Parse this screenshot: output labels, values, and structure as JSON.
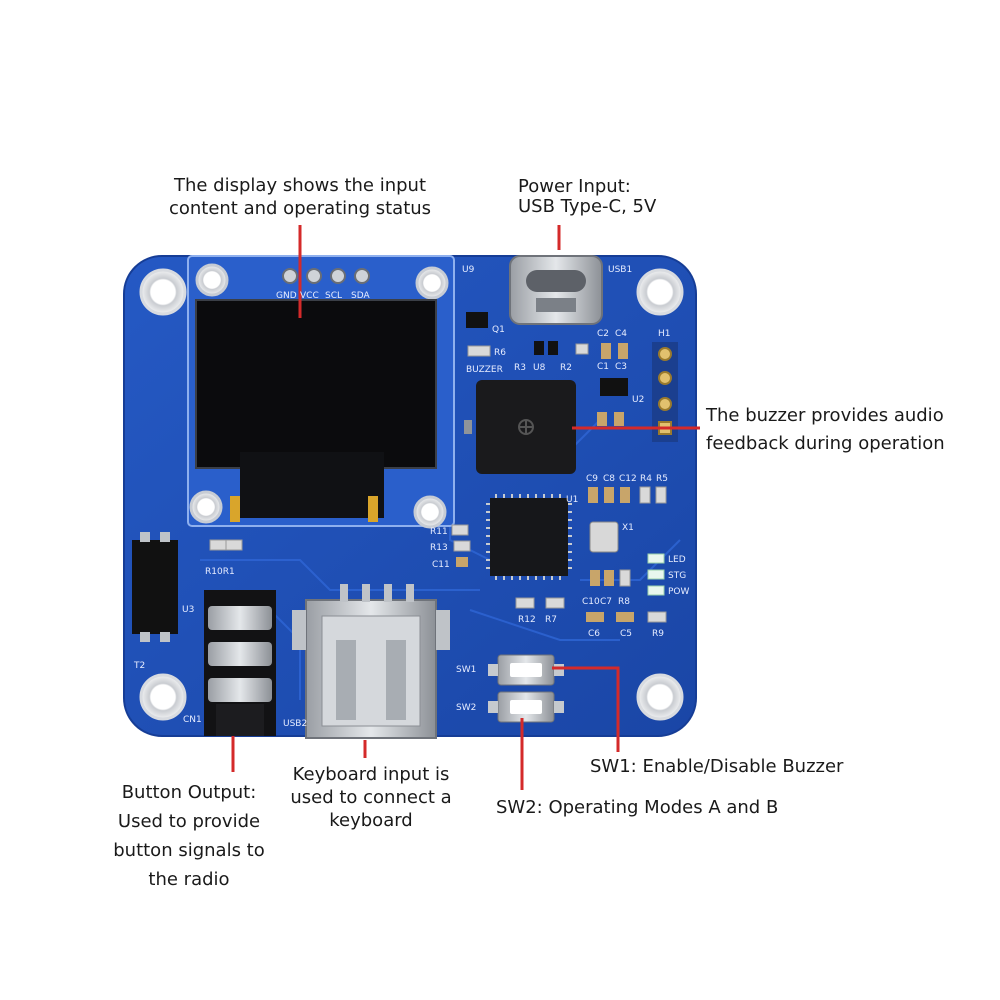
{
  "annotations": {
    "display": [
      "The display shows the input",
      "content and operating status"
    ],
    "power": [
      "Power Input:",
      "USB Type-C, 5V"
    ],
    "buzzer": [
      "The buzzer provides audio",
      "feedback during operation"
    ],
    "sw1": "SW1: Enable/Disable Buzzer",
    "sw2": "SW2: Operating Modes A and B",
    "button_output": [
      "Button Output:",
      "Used to provide",
      "button signals to",
      "the radio"
    ],
    "keyboard": [
      "Keyboard input is",
      "used to connect a",
      "keyboard"
    ]
  },
  "board_labels": {
    "pins": [
      "GND",
      "VCC",
      "SCL",
      "SDA"
    ],
    "u9": "U9",
    "usb1": "USB1",
    "q1": "Q1",
    "r6": "R6",
    "buzzer": "BUZZER",
    "r3": "R3",
    "u8": "U8",
    "r2": "R2",
    "c2": "C2",
    "c4": "C4",
    "c1": "C1",
    "c3": "C3",
    "h1": "H1",
    "u2": "U2",
    "c9": "C9",
    "c8": "C8",
    "c12": "C12",
    "r4": "R4",
    "r5": "R5",
    "u1": "U1",
    "x1": "X1",
    "r11": "R11",
    "r13": "R13",
    "c11": "C11",
    "led": "LED",
    "stg": "STG",
    "pow": "POW",
    "c10": "C10",
    "c7": "C7",
    "r8": "R8",
    "r12": "R12",
    "r7": "R7",
    "c6": "C6",
    "c5": "C5",
    "r9": "R9",
    "r10r1": "R10R1",
    "u3": "U3",
    "t2": "T2",
    "cn1": "CN1",
    "usb2": "USB2",
    "sw1": "SW1",
    "sw2": "SW2"
  },
  "colors": {
    "pcb": "#1f4fb5",
    "pcb_edge": "#163d96",
    "callout_line": "#d42a2a",
    "text": "#1a1a1a",
    "silkscreen": "#e6ecff"
  }
}
